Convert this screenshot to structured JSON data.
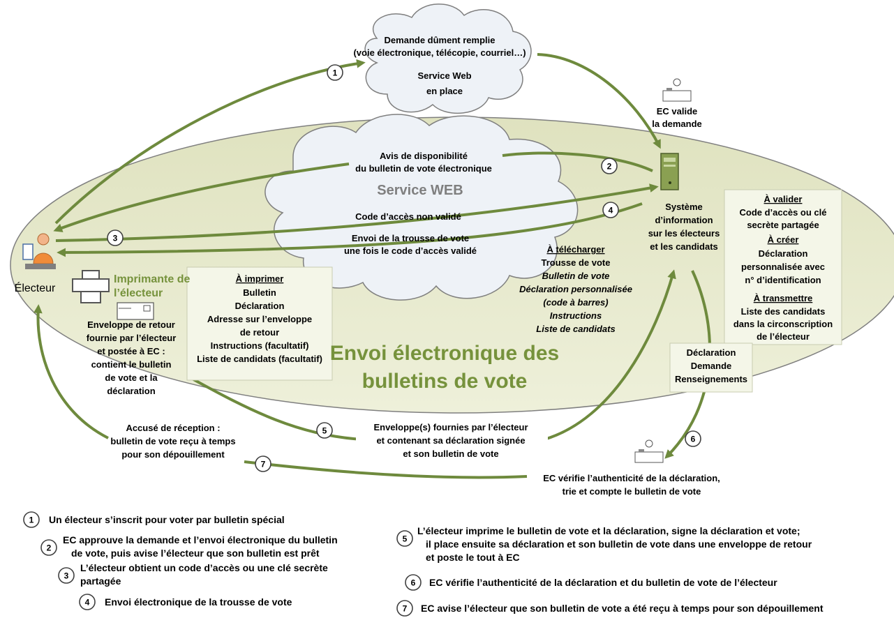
{
  "diagram": {
    "cloud_top": {
      "request_lines": [
        "Demande dûment remplie",
        "(voie électronique, télécopie, courriel…)"
      ],
      "title_lines": [
        "Service Web",
        "en place"
      ]
    },
    "cloud_main": {
      "title": "Service WEB",
      "avis_lines": [
        "Avis de disponibilité",
        "du bulletin de vote électronique"
      ],
      "code_invalid": "Code d’accès non validé",
      "envoi_lines": [
        "Envoi de la trousse de vote",
        "une fois le code d’accès validé"
      ]
    },
    "ellipse_title_lines": [
      "Envoi électronique des",
      "bulletins de vote"
    ],
    "ec_valide_lines": [
      "EC valide",
      "la demande"
    ],
    "system_lines": [
      "Système",
      "d’information",
      "sur les électeurs",
      "et les candidats"
    ],
    "electeur": "Électeur",
    "printer_lines": [
      "Imprimante de",
      "l’électeur"
    ],
    "a_imprimer": {
      "heading": "À imprimer",
      "items": [
        "Bulletin",
        "Déclaration",
        "Adresse sur l’enveloppe",
        "de retour",
        "Instructions (facultatif)",
        "Liste de candidats (facultatif)"
      ]
    },
    "a_telecharger": {
      "heading": "À télécharger",
      "items": [
        "Trousse de vote",
        "Bulletin de vote",
        "Déclaration personnalisée",
        "(code à barres)",
        "Instructions",
        "Liste de candidats"
      ]
    },
    "right_box": {
      "h1": "À valider",
      "l1": [
        "Code d’accès ou clé",
        "secrète partagée"
      ],
      "h2": "À créer",
      "l2": [
        "Déclaration",
        "personnalisée avec",
        "n° d’identification"
      ],
      "h3": "À transmettre",
      "l3": [
        "Liste des candidats",
        "dans la circonscription",
        "de l’électeur"
      ]
    },
    "decl_box": [
      "Déclaration",
      "Demande",
      "Renseignements"
    ],
    "enveloppe_retour": [
      "Enveloppe de retour",
      "fournie par l’électeur",
      "et postée à EC :",
      "contient le bulletin",
      "de vote et la",
      "déclaration"
    ],
    "accuse": [
      "Accusé de réception :",
      "bulletin de vote reçu à temps",
      "pour son dépouillement"
    ],
    "enveloppes_fournies": [
      "Enveloppe(s) fournies par l’électeur",
      "et contenant sa déclaration signée",
      "et son bulletin de vote"
    ],
    "ec_verifie": [
      "EC vérifie l’authenticité de la déclaration,",
      "trie et compte le bulletin de vote"
    ],
    "step_numbers": [
      "1",
      "2",
      "3",
      "4",
      "5",
      "6",
      "7"
    ]
  },
  "legend": [
    {
      "num": "1",
      "lines": [
        "Un électeur s’inscrit pour voter par bulletin spécial"
      ]
    },
    {
      "num": "2",
      "lines": [
        "EC approuve la demande et l’envoi électronique du bulletin",
        "de vote, puis avise l’électeur que son bulletin est prêt"
      ]
    },
    {
      "num": "3",
      "lines": [
        "L’électeur obtient un code d’accès ou une clé secrète",
        "partagée"
      ]
    },
    {
      "num": "4",
      "lines": [
        "Envoi électronique de la trousse de vote"
      ]
    },
    {
      "num": "5",
      "lines": [
        "L’électeur imprime le bulletin de vote et la déclaration, signe la déclaration et vote;",
        "il place ensuite sa déclaration et son bulletin de vote dans une enveloppe de retour",
        "et poste le tout à EC"
      ]
    },
    {
      "num": "6",
      "lines": [
        "EC vérifie l’authenticité de la déclaration et du bulletin de vote de l’électeur"
      ]
    },
    {
      "num": "7",
      "lines": [
        "EC avise l’électeur que son bulletin de vote a été reçu à temps pour son dépouillement"
      ]
    }
  ],
  "colors": {
    "arrow": "#6e8a3d",
    "ellipse": "#e6e8c8",
    "accent_text": "#76923c"
  }
}
